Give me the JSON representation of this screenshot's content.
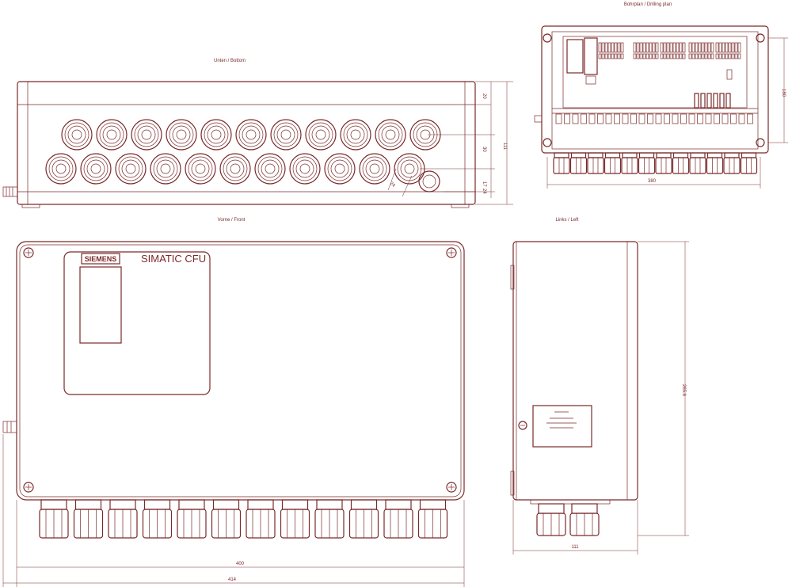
{
  "views": {
    "bottom_label": "Unten / Bottom",
    "drilling_label": "Bohrplan / Drilling plan",
    "front_label": "Vorne / Front",
    "left_label": "Links / Left"
  },
  "front": {
    "brand": "SIEMENS",
    "product": "SIMATIC CFU"
  },
  "dimensions": {
    "width_inner": "400",
    "width_outer": "414",
    "depth": "111",
    "height": "265.6",
    "bottom_depth": "111",
    "bottom_top": "20",
    "bottom_mid": "30",
    "bottom_low1": "17",
    "bottom_low2": "24",
    "gland_size": "24",
    "drill_width": "380",
    "drill_height": "180"
  },
  "colors": {
    "line": "#7a2a2a",
    "background": "#ffffff"
  }
}
